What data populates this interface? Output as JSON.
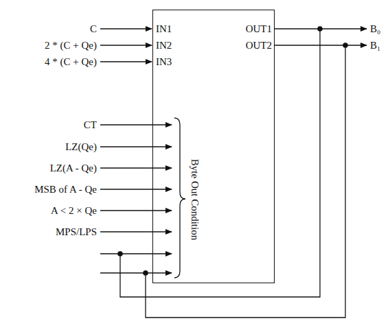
{
  "diagram": {
    "nodes": [
      {
        "text": [
          "Byte Out Condition"
        ]
      }
    ],
    "labels": [
      "C",
      "2 * (C + Qe)",
      "4 * (C + Qe)",
      "CT",
      "LZ(Qe)",
      "LZ(A - Qe)",
      "MSB of A - Qe",
      "A < 2 × Qe",
      "MPS/LPS",
      "IN1",
      "IN2",
      "IN3",
      "OUT1",
      "OUT2",
      "B₀",
      "B₁"
    ]
  }
}
